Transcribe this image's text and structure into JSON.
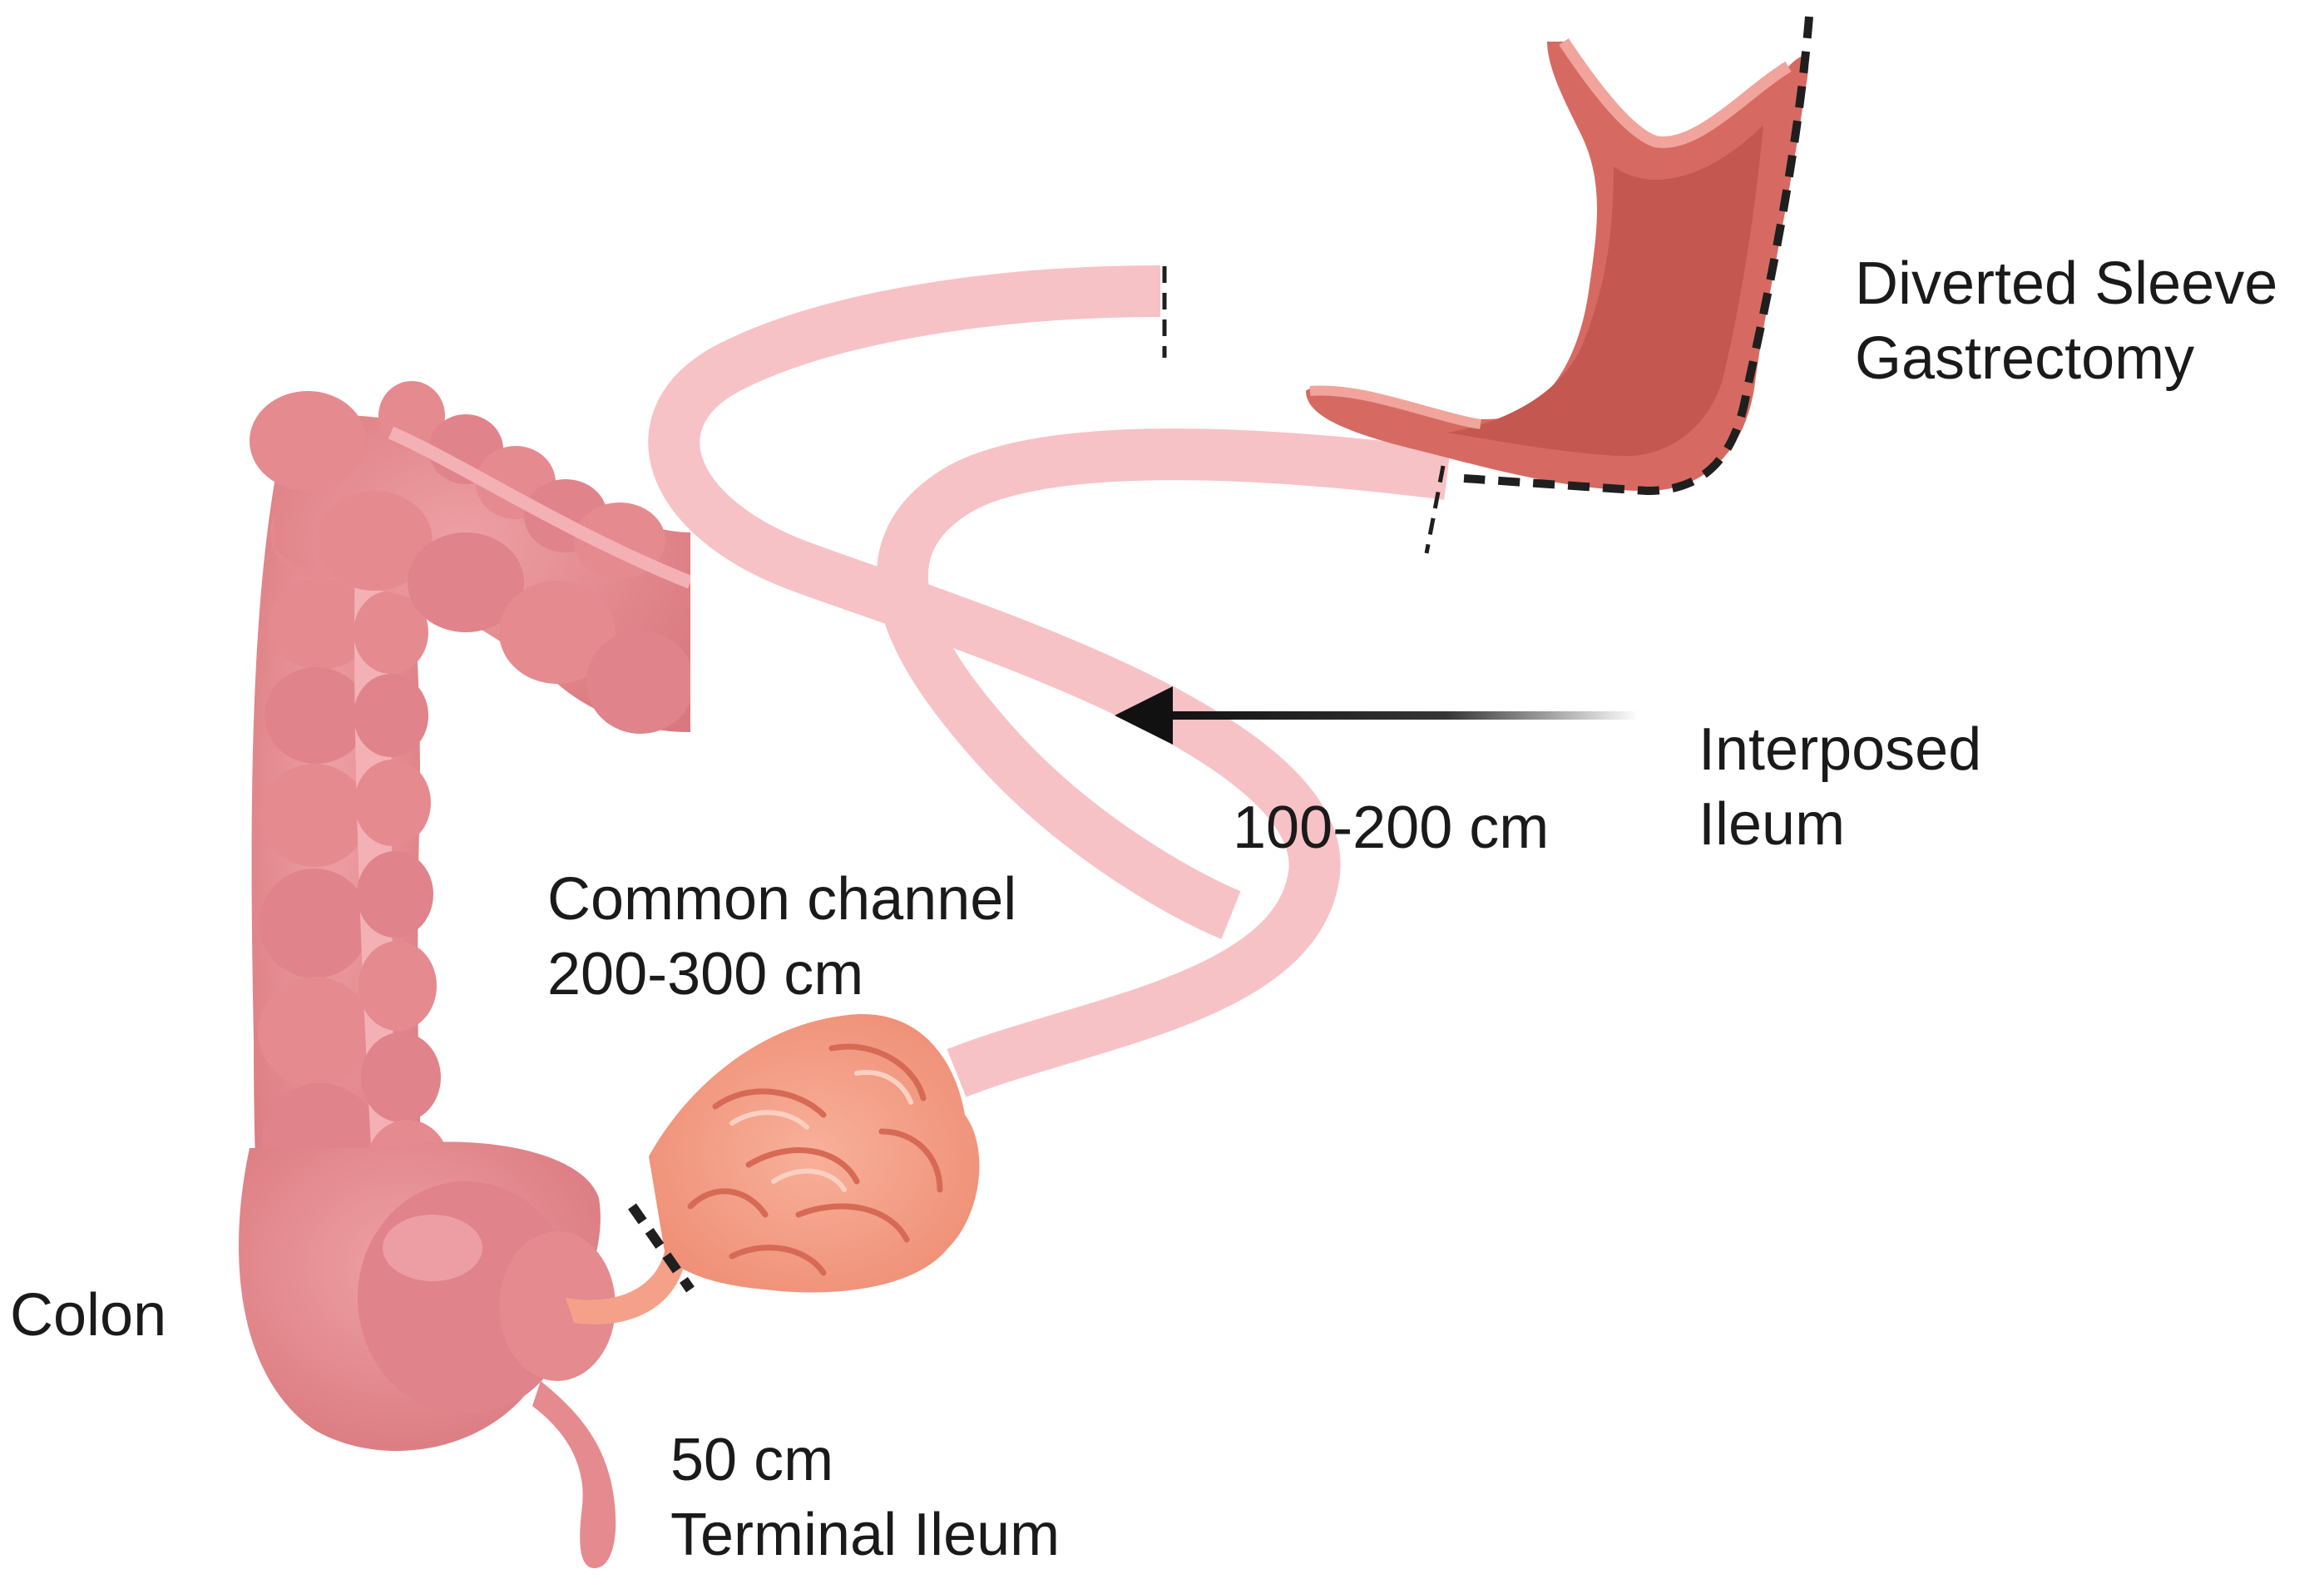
{
  "labels": {
    "sleeve": {
      "line1": "Diverted Sleeve",
      "line2": "Gastrectomy"
    },
    "interposed": {
      "line1": "Interposed",
      "line2": "Ileum"
    },
    "interposed_length": "100-200 cm",
    "common_channel": {
      "line1": "Common channel",
      "line2": "200-300 cm"
    },
    "colon": "Colon",
    "terminal_ileum": {
      "line1": "50 cm",
      "line2": "Terminal Ileum"
    }
  },
  "colors": {
    "colon": "#e58a8f",
    "colon_highlight": "#f3b1b5",
    "colon_shadow": "#c8666d",
    "small_bowel": "#f5a189",
    "bowel_limb": "#f7c2c6",
    "stomach": "#d66a62",
    "stomach_inner": "#c45851",
    "stomach_rim": "#f1a49b",
    "cut_line": "#1f1f1f",
    "arrow": "#111111",
    "text": "#1a1a1a"
  }
}
